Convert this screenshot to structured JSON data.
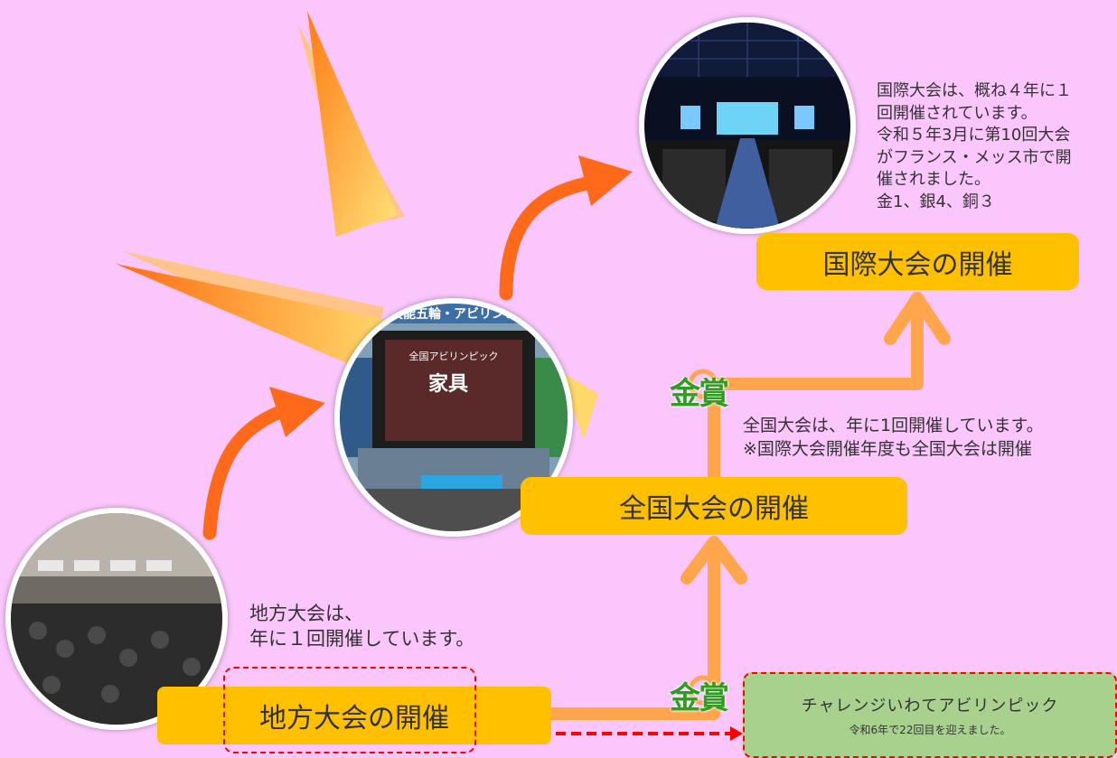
{
  "colors": {
    "background": "#fbc6fb",
    "label_fill": "#ffc000",
    "step_arrow": "#ffa64d",
    "curved_arrow": "#ff6a1a",
    "prize_text": "#2e9e22",
    "dashed": "#ff0000",
    "green_box": "#a9d18e"
  },
  "regional": {
    "label": "地方大会の開催",
    "desc": "地方大会は、\n年に１回開催しています。"
  },
  "national": {
    "label": "全国大会の開催",
    "desc": "全国大会は、年に1回開催しています。\n※国際大会開催年度も全国大会は開催"
  },
  "international": {
    "label": "国際大会の開催",
    "desc": "国際大会は、概ね４年に１\n回開催されています。\n令和５年3月に第10回大会\nがフランス・メッス市で開\n催されました。\n金1、銀4、銅３"
  },
  "prize": {
    "text": "金賞"
  },
  "challenge": {
    "title": "チャレンジいわてアビリンピック",
    "subtitle": "令和6年で22回目を迎えました。"
  },
  "photos": {
    "national_banner": "技能五輪・アビリンピ",
    "national_screen_title": "全国アビリンピック",
    "national_screen_event": "家具"
  },
  "icons": {
    "regional_photo": "gymnasium-crowd-photo",
    "national_photo": "stage-ceremony-photo",
    "international_photo": "venue-hall-photo"
  }
}
